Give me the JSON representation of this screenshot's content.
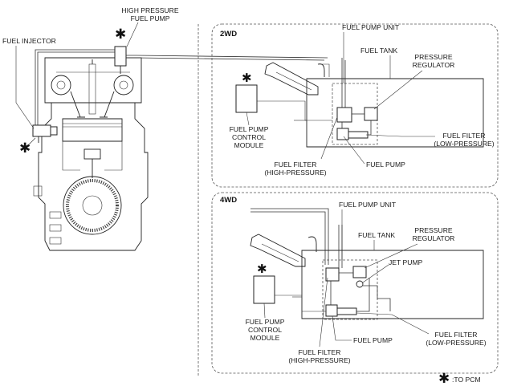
{
  "labels": {
    "hp_pump_l1": "HIGH PRESSURE",
    "hp_pump_l2": "FUEL PUMP",
    "injector": "FUEL INJECTOR",
    "to_pcm": ":TO PCM"
  },
  "wd2": {
    "title": "2WD",
    "pump_unit": "FUEL PUMP UNIT",
    "tank": "FUEL TANK",
    "reg_l1": "PRESSURE",
    "reg_l2": "REGULATOR",
    "cm_l1": "FUEL PUMP",
    "cm_l2": "CONTROL",
    "cm_l3": "MODULE",
    "fhp_l1": "FUEL FILTER",
    "fhp_l2": "(HIGH-PRESSURE)",
    "pump": "FUEL PUMP",
    "flp_l1": "FUEL FILTER",
    "flp_l2": "(LOW-PRESSURE)"
  },
  "wd4": {
    "title": "4WD",
    "pump_unit": "FUEL PUMP UNIT",
    "tank": "FUEL TANK",
    "reg_l1": "PRESSURE",
    "reg_l2": "REGULATOR",
    "jet": "JET PUMP",
    "cm_l1": "FUEL PUMP",
    "cm_l2": "CONTROL",
    "cm_l3": "MODULE",
    "fhp_l1": "FUEL FILTER",
    "fhp_l2": "(HIGH-PRESSURE)",
    "pump": "FUEL PUMP",
    "flp_l1": "FUEL FILTER",
    "flp_l2": "(LOW-PRESSURE)"
  }
}
